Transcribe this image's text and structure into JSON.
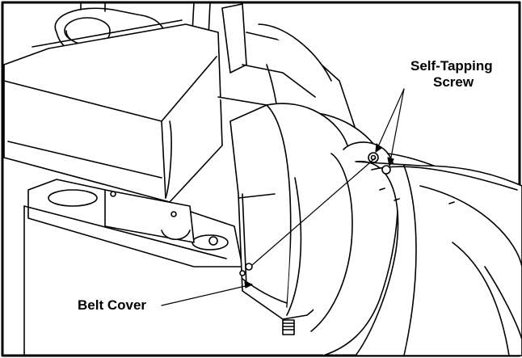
{
  "callouts": {
    "self_tapping_line1": "Self-Tapping",
    "self_tapping_line2": "Screw",
    "belt_cover": "Belt Cover"
  },
  "colors": {
    "line": "#000000",
    "background": "#ffffff"
  }
}
